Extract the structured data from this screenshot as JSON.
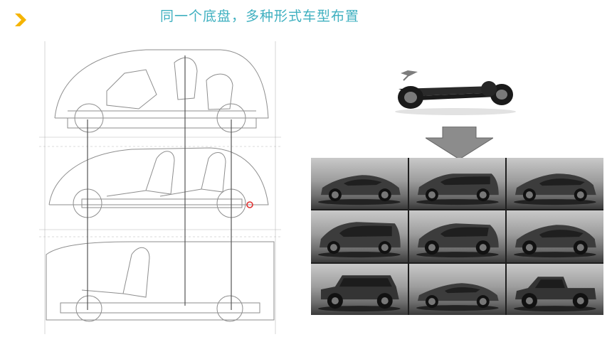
{
  "slide": {
    "title": "同一个底盘，多种形式车型布置",
    "bullet_icon": "chevron-right-icon",
    "accent_color": "#f5b400",
    "title_color": "#3fb0c0"
  },
  "variants": [
    {
      "name": "sedan"
    },
    {
      "name": "wagon"
    },
    {
      "name": "hatchback"
    },
    {
      "name": "mpv"
    },
    {
      "name": "crossover"
    },
    {
      "name": "coupe-suv"
    },
    {
      "name": "offroad-suv"
    },
    {
      "name": "sports-coupe"
    },
    {
      "name": "pickup"
    }
  ]
}
